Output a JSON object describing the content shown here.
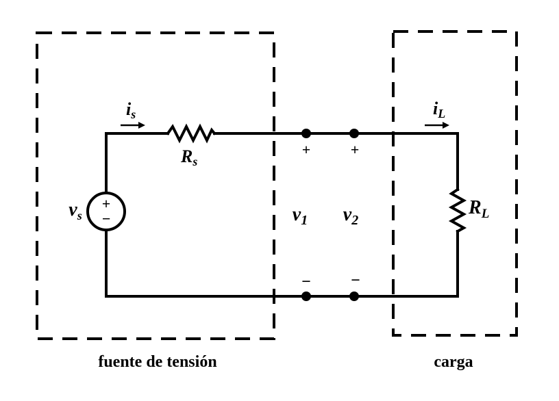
{
  "diagram": {
    "type": "circuit",
    "colors": {
      "ink": "#000000",
      "background": "#ffffff"
    },
    "source": {
      "voltage_label": "v",
      "voltage_sub": "s",
      "polarity_plus": "+",
      "polarity_minus": "−"
    },
    "source_resistor": {
      "label": "R",
      "sub": "s"
    },
    "source_current": {
      "label": "i",
      "sub": "s"
    },
    "load_resistor": {
      "label": "R",
      "sub": "L"
    },
    "load_current": {
      "label": "i",
      "sub": "L"
    },
    "ports": [
      {
        "label": "v",
        "sub": "1",
        "plus": "+",
        "minus": "−"
      },
      {
        "label": "v",
        "sub": "2",
        "plus": "+",
        "minus": "−"
      }
    ],
    "boxes": [
      {
        "caption": "fuente de tensión"
      },
      {
        "caption": "carga"
      }
    ]
  }
}
